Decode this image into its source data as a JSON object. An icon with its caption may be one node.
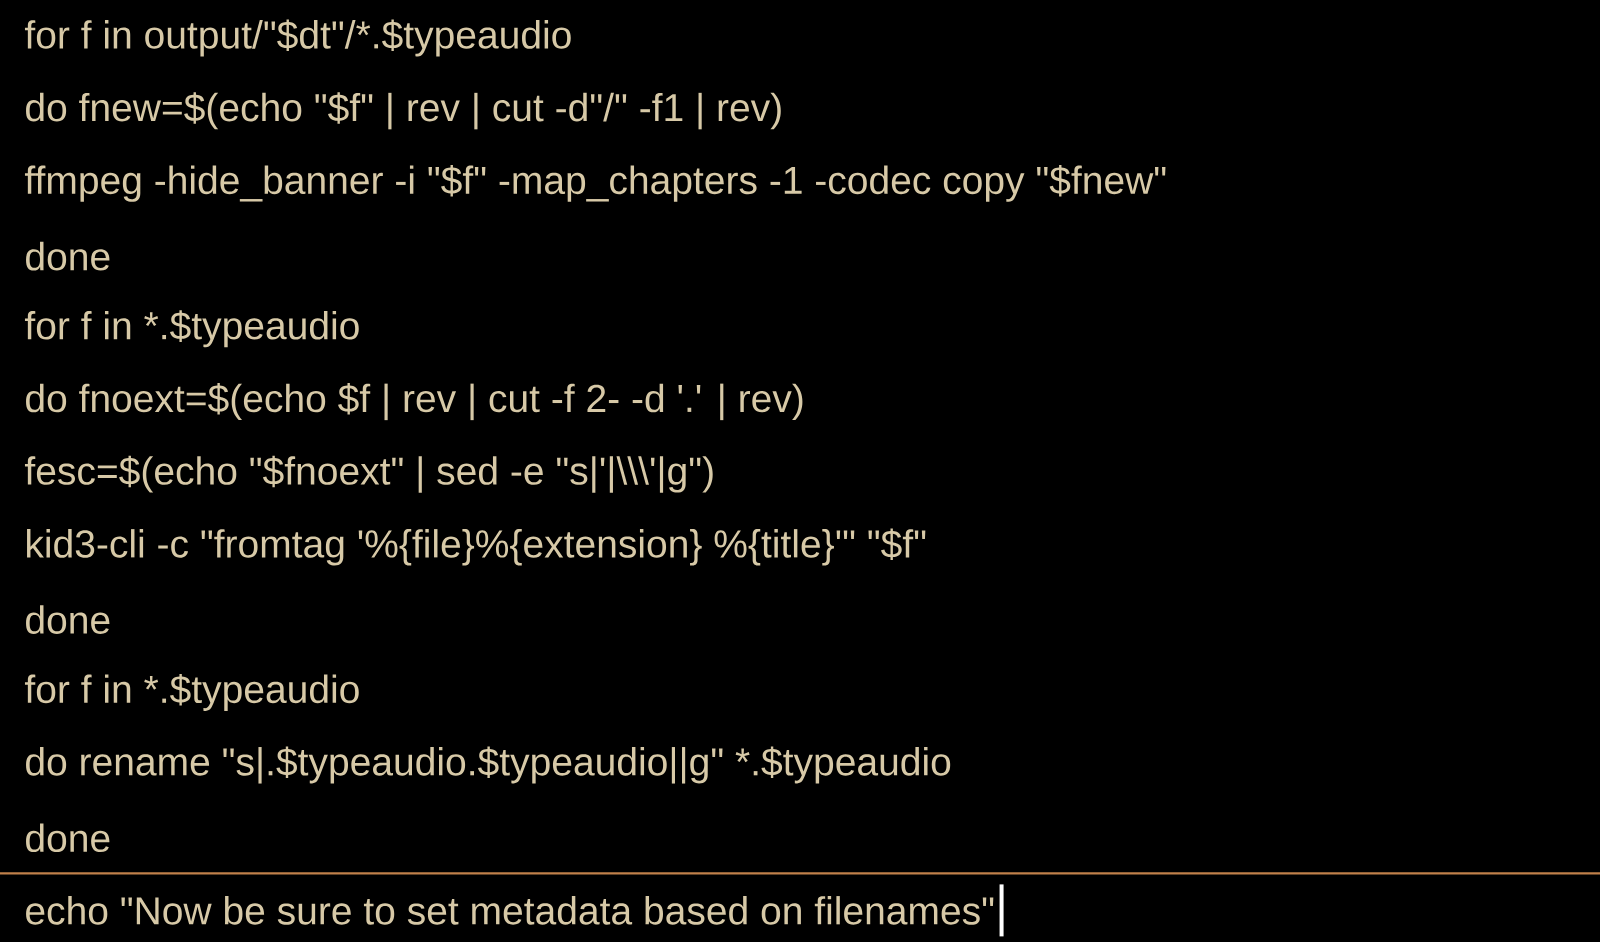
{
  "diagram": {
    "labels": [
      "for f in output/\"$dt\"/*.$typeaudio",
      "do fnew=$(echo \"$f\" | rev | cut -d\"/\" -f1 | rev)",
      "ffmpeg -hide_banner -i \"$f\" -map_chapters -1 -codec copy \"$fnew\"",
      "done",
      "for f in *.$typeaudio",
      "do fnoext=$(echo $f | rev | cut -f 2- -d '.' | rev)",
      "fesc=$(echo \"$fnoext\" | sed -e \"s|'|\\\\\\'|g\")",
      "kid3-cli -c \"fromtag '%{file}%{extension} %{title}'\" \"$f\"",
      "done",
      "for f in *.$typeaudio",
      "do rename \"s|.$typeaudio.$typeaudio||g\" *.$typeaudio",
      "done",
      "echo \"Now be sure to set metadata based on filenames\""
    ]
  }
}
